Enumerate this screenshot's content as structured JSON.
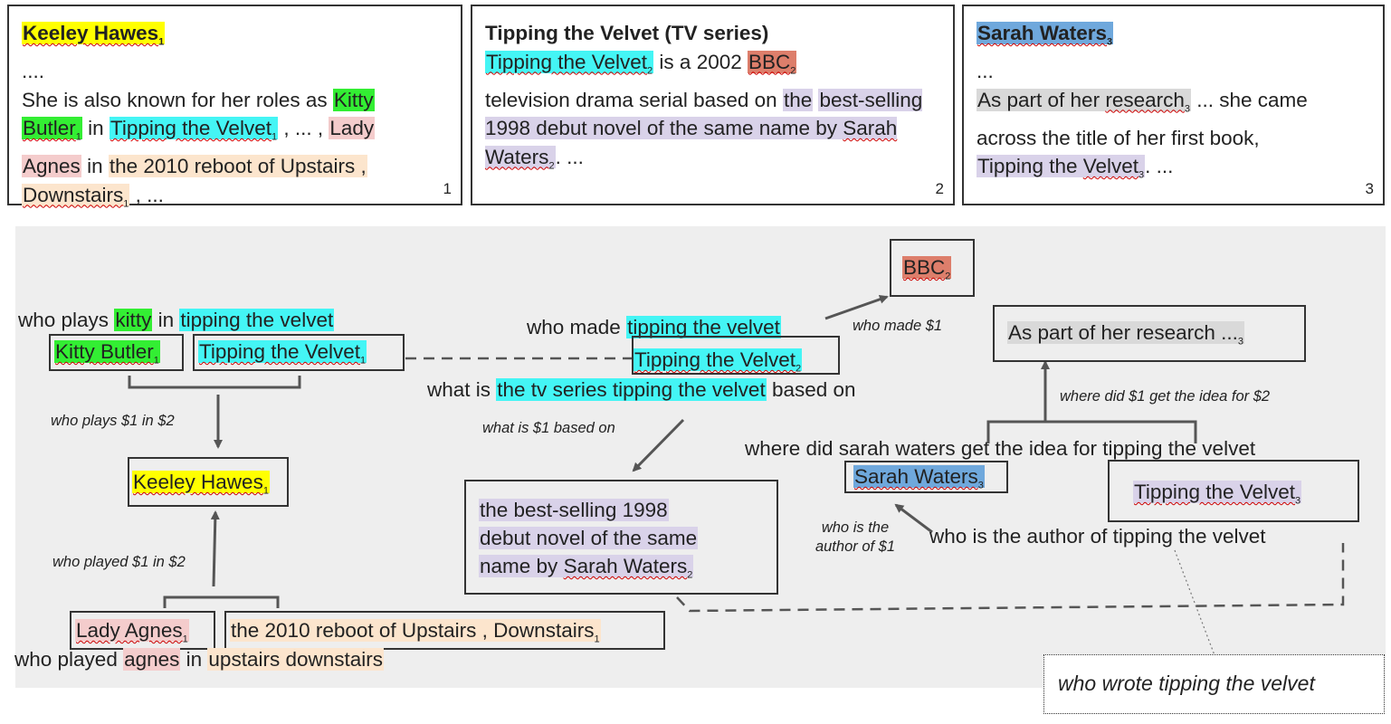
{
  "colors": {
    "yellow": "#ffff00",
    "green": "#33ee33",
    "cyan": "#44f5f5",
    "pink": "#f4cccc",
    "peach": "#fce5cd",
    "red": "#dd7e6b",
    "purple": "#d9d2e9",
    "blue": "#6fa8dc",
    "grey": "#d9d9d9",
    "panel": "#eeeeee"
  },
  "docs": [
    {
      "title": "Keeley Hawes",
      "title_sub": "1",
      "ellipsis": "....",
      "p1": "She is also known for her roles as ",
      "kitty": "Kitty",
      "butler": "Butler",
      "butler_sub": "1",
      "p2": " in ",
      "velvet": "Tipping the Velvet",
      "velvet_sub": "1",
      "p3": " , ... , ",
      "lady": "Lady",
      "agnes": "Agnes",
      "p4": " in ",
      "reboot": "the 2010 reboot of Upstairs ,",
      "downstairs": "Downstairs",
      "downstairs_sub": "1",
      "p5": " , ...",
      "number": "1"
    },
    {
      "title": "Tipping the Velvet (TV series)",
      "velvet": "Tipping the Velvet",
      "velvet_sub": "2",
      "p1": " is a 2002 ",
      "bbc": "BBC",
      "bbc_sub": "2",
      "p2": "television drama serial based on ",
      "the": "the",
      "novel": "best-selling 1998 debut novel of the same name by ",
      "waters": "Sarah Waters",
      "waters_sub": "2",
      "p3": ". ...",
      "number": "2"
    },
    {
      "title": "Sarah Waters",
      "title_sub": "3",
      "ellipsis": "...",
      "research_a": "As part of her ",
      "research": "research",
      "research_sub": "3",
      "p1": " ... she came across the title of her first book,",
      "velvet_a": "Tipping the ",
      "velvet": "Velvet",
      "velvet_sub": "3",
      "p2": ". ...",
      "number": "3"
    }
  ],
  "graph": {
    "q_kitty": {
      "a": "who plays ",
      "b": "kitty",
      "c": " in ",
      "d": "tipping the velvet"
    },
    "ent_kitty_butler": {
      "text": "Kitty Butler",
      "sub": "1"
    },
    "ent_velvet1": {
      "text": "Tipping the Velvet",
      "sub": "1"
    },
    "rel_who_plays": "who plays $1 in $2",
    "ent_keeley": {
      "text": "Keeley Hawes",
      "sub": "1"
    },
    "rel_who_played": "who played $1 in $2",
    "ent_lady_agnes": {
      "text": "Lady Agnes",
      "sub": "1"
    },
    "ent_reboot": {
      "text": "the 2010 reboot of Upstairs , Downstairs",
      "sub": "1"
    },
    "q_agnes": {
      "a": "who played ",
      "b": "agnes",
      "c": " in ",
      "d": "upstairs downstairs"
    },
    "q_made": {
      "a": "who made ",
      "b": "tipping the velvet"
    },
    "ent_velvet2": {
      "text": "Tipping the Velvet",
      "sub": "2"
    },
    "q_based": {
      "a": "what is ",
      "b": "the tv series tipping the velvet",
      "c": " based on"
    },
    "ent_bbc": {
      "text": "BBC",
      "sub": "2"
    },
    "rel_who_made": "who made $1",
    "rel_based_on": "what is $1 based on",
    "ent_novel": {
      "l1": "the best-selling 1998",
      "l2": "debut novel of the same",
      "l3a": "name by ",
      "l3b": "Sarah Waters",
      "sub": "2"
    },
    "ent_research": {
      "text": "As part of her research ...",
      "sub": "3"
    },
    "rel_idea": "where did $1 get the idea for $2",
    "q_idea": "where did sarah waters get the idea for tipping the velvet",
    "ent_waters": {
      "text": "Sarah Waters",
      "sub": "3"
    },
    "ent_velvet3": {
      "text": "Tipping the Velvet",
      "sub": "3"
    },
    "rel_author_l1": "who is the",
    "rel_author_l2": "author of $1",
    "q_author": "who is the author of tipping the velvet",
    "final_question": "who wrote tipping the velvet"
  }
}
